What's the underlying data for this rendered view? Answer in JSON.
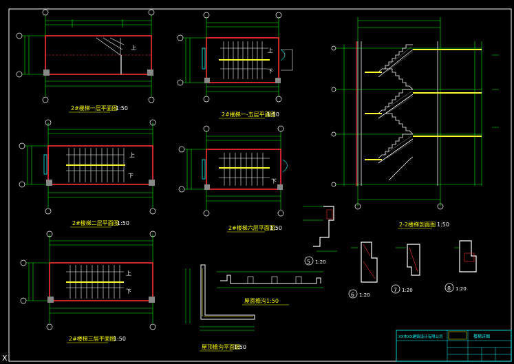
{
  "sheet": {
    "colors": {
      "background": "#000000",
      "frame": "#ffffff",
      "wall": "#ff3030",
      "dim": "#00ff00",
      "stair": "#ffffff",
      "landing": "#ffff33",
      "title": "#ffff00",
      "axis": "#ffffff",
      "title_block": "#00ffff"
    },
    "corner_mark": "X"
  },
  "plans": {
    "p1": {
      "title": "2#楼梯一层平面图",
      "scale": "1:50",
      "up": "上"
    },
    "p2": {
      "title": "2#楼梯二层平面图",
      "scale": "1:50",
      "up": "上",
      "down": "下"
    },
    "p3": {
      "title": "2#楼梯三层平面图",
      "scale": "1:50",
      "up": "上",
      "down": "下"
    },
    "p4": {
      "title": "2#楼梯一-五层平面图",
      "scale": "1:50",
      "up": "上",
      "down": "下"
    },
    "p5": {
      "title": "2#楼梯六层平面图",
      "scale": "1:50",
      "down": "下"
    }
  },
  "section": {
    "title": "2-2楼梯剖面图",
    "scale": "1:50"
  },
  "details": {
    "roof_edge": {
      "title": "屋面檐沟1:50"
    },
    "roof_plan": {
      "title": "屋顶檐沟平面图",
      "scale": "1:50"
    },
    "d5": {
      "mark": "5",
      "scale": "1:20"
    },
    "d6": {
      "mark": "6",
      "scale": "1:20"
    },
    "d7": {
      "mark": "7",
      "scale": "1:20"
    },
    "d8": {
      "mark": "8",
      "scale": "1:20"
    }
  },
  "title_block": {
    "company": "XX市XX建筑设计有限公司",
    "drawing_name": "楼梯详图"
  }
}
